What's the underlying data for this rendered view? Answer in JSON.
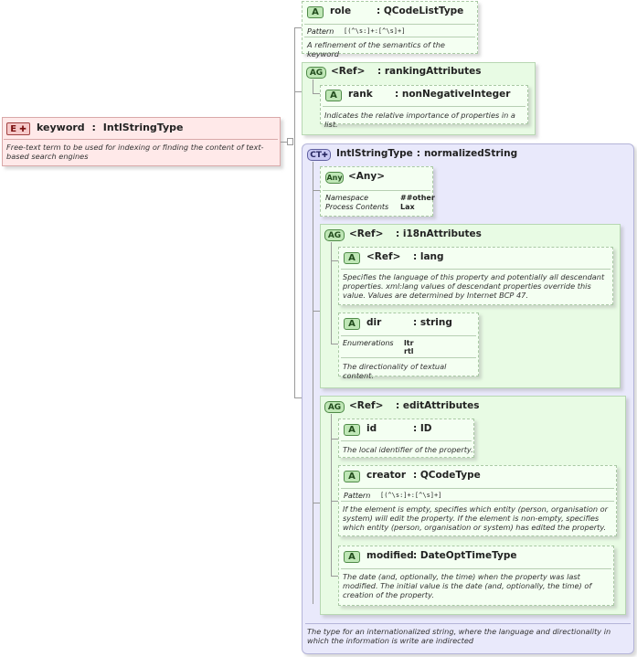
{
  "element": {
    "badge": "E",
    "name": "keyword",
    "type": "IntlStringType",
    "description": "Free-text term to be used for indexing or finding the content of text-based search engines"
  },
  "role_attr": {
    "badge": "A",
    "name": "role",
    "type": "QCodeListType",
    "pattern_label": "Pattern",
    "pattern_value": "[(^\\s:]+:[^\\s]+]",
    "description": "A refinement of the semantics of the keyword"
  },
  "ranking_group": {
    "badge": "AG",
    "name": "<Ref>",
    "type": "rankingAttributes",
    "rank": {
      "badge": "A",
      "name": "rank",
      "type": "nonNegativeInteger",
      "description": "Indicates the relative importance of properties in a list."
    }
  },
  "complex_type": {
    "badge": "CT",
    "name": "IntlStringType",
    "type": "normalizedString",
    "description": "The type for an internationalized string, where the language and directionality in which the information is write are indirected"
  },
  "any": {
    "badge": "Any",
    "name": "<Any>",
    "namespace_label": "Namespace",
    "namespace_value": "##other",
    "process_label": "Process Contents",
    "process_value": "Lax"
  },
  "i18n_group": {
    "badge": "AG",
    "name": "<Ref>",
    "type": "i18nAttributes",
    "lang": {
      "badge": "A",
      "name": "<Ref>",
      "type": "lang",
      "description": "Specifies the language of this property and potentially all descendant properties. xml:lang values of descendant properties override this value. Values are determined by Internet BCP 47."
    },
    "dir": {
      "badge": "A",
      "name": "dir",
      "type": "string",
      "enum_label": "Enumerations",
      "enum_values": [
        "ltr",
        "rtl"
      ],
      "description": "The directionality of textual content."
    }
  },
  "edit_group": {
    "badge": "AG",
    "name": "<Ref>",
    "type": "editAttributes",
    "id": {
      "badge": "A",
      "name": "id",
      "type": "ID",
      "description": "The local identifier of the property."
    },
    "creator": {
      "badge": "A",
      "name": "creator",
      "type": "QCodeType",
      "pattern_label": "Pattern",
      "pattern_value": "[(^\\s:]+:[^\\s]+]",
      "description": "If the element is empty, specifies which entity (person, organisation or system) will edit the property. If the element is non-empty, specifies which entity (person, organisation or system) has edited the property."
    },
    "modified": {
      "badge": "A",
      "name": "modified",
      "type": "DateOptTimeType",
      "description": "The date (and, optionally, the time) when the property was last modified. The initial value is the date (and, optionally, the time) of creation of the property."
    }
  }
}
